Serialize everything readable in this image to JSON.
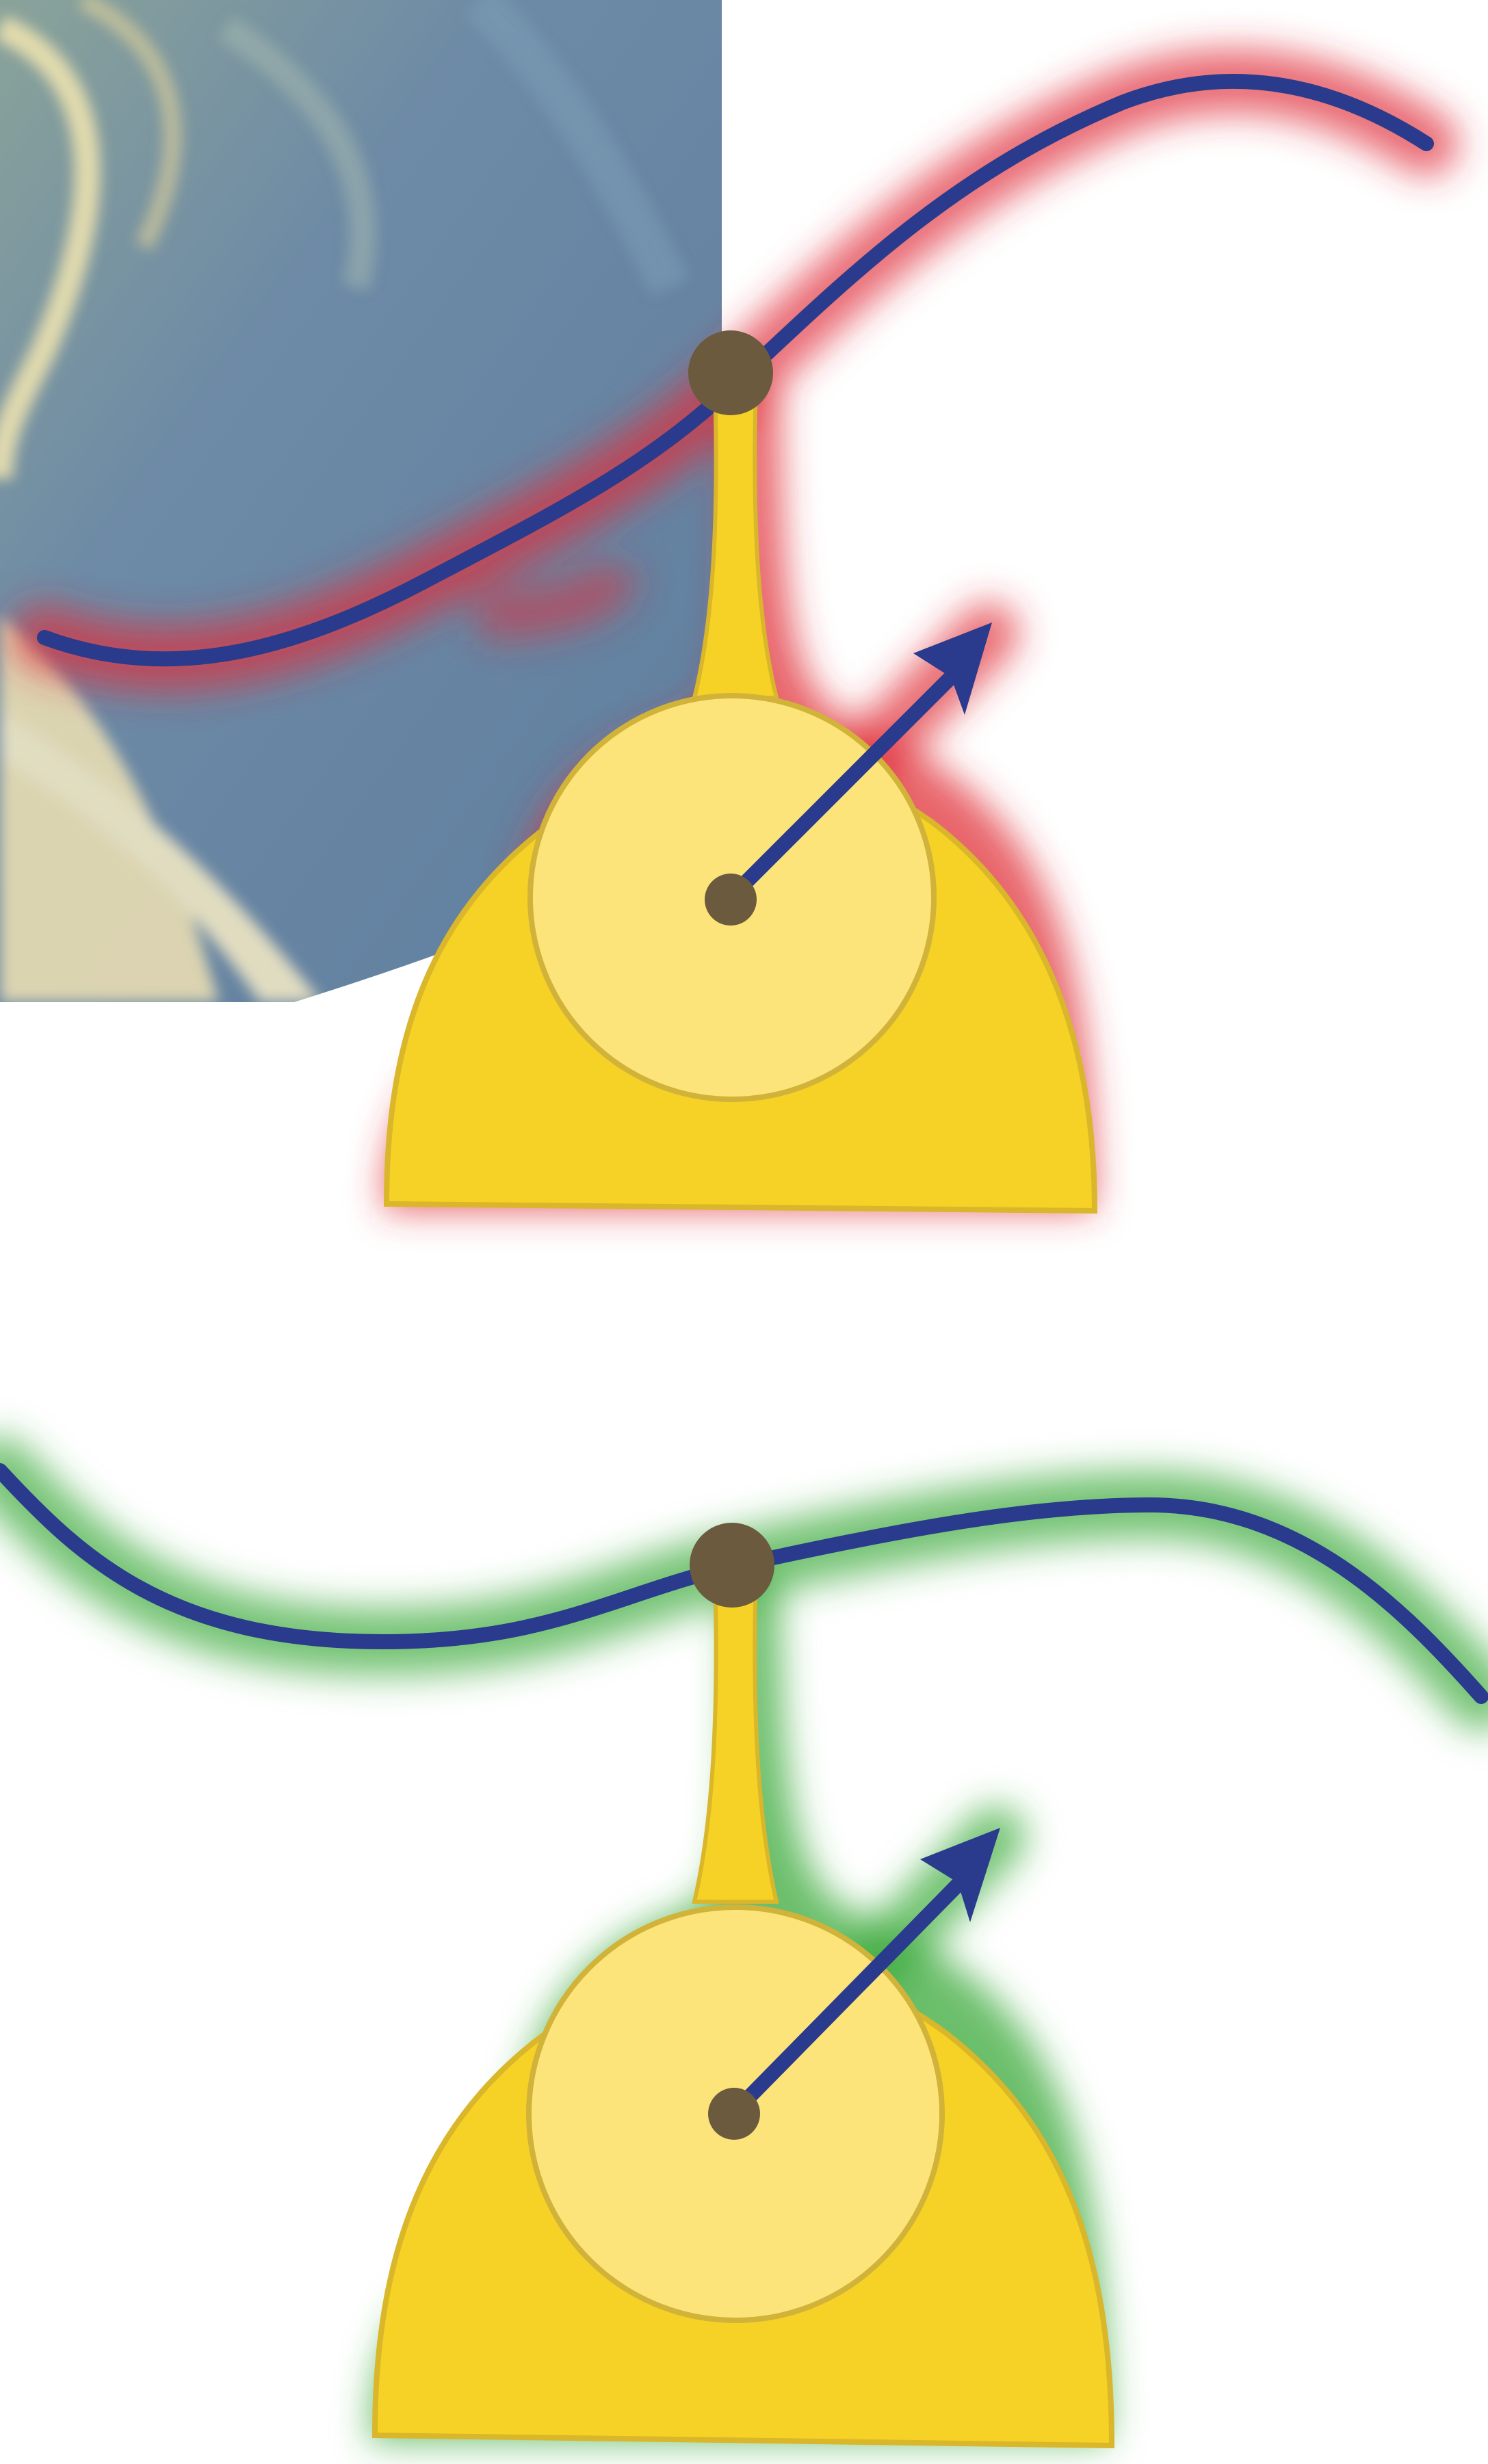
{
  "figure": {
    "panels": [
      {
        "id": "top",
        "glow_color": "#e0303a",
        "glow_meaning": "red"
      },
      {
        "id": "bottom",
        "glow_color": "#3aaa3a",
        "glow_meaning": "green"
      }
    ],
    "colors": {
      "curve": "#2a3a8c",
      "arrow": "#2a3a8c",
      "dot": "#6b5a3e",
      "base_fill": "#f6d226",
      "base_stroke": "#d9b62a",
      "disc_fill": "#fde47a",
      "disc_stroke": "#d1b33a",
      "background_tile": "#6f8ba4",
      "background_streak": "#e8d8a0"
    },
    "icons": [
      "background-texture",
      "curve",
      "anchor-dot",
      "stalk",
      "base-dome",
      "rotor-disc",
      "arrow",
      "pivot-dot"
    ]
  }
}
